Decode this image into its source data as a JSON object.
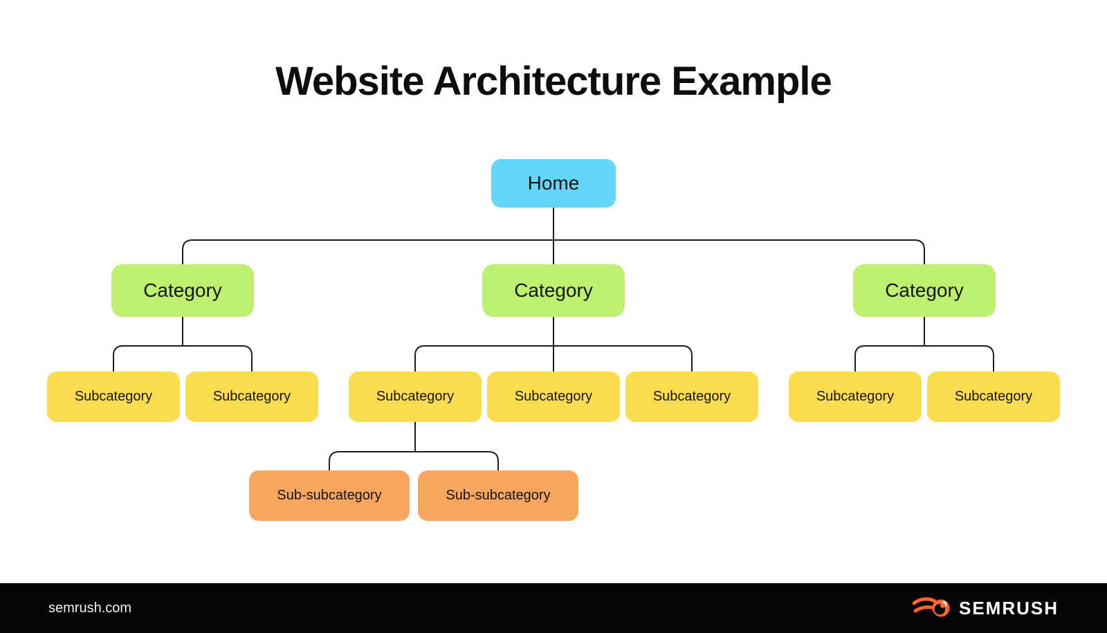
{
  "title": "Website Architecture Example",
  "colors": {
    "background": "#ffffff",
    "home_fill": "#63d6f8",
    "category_fill": "#bdf06e",
    "subcategory_fill": "#fbdc4e",
    "sub_subcategory_fill": "#f8a55f",
    "connector": "#1c1c1c",
    "text": "#141414",
    "footer_bg": "#050505",
    "footer_text": "#f2f2f2",
    "logo_orange": "#ff642d"
  },
  "tree": {
    "home": {
      "label": "Home"
    },
    "categories": [
      {
        "label": "Category"
      },
      {
        "label": "Category"
      },
      {
        "label": "Category"
      }
    ],
    "subcategories": [
      {
        "label": "Subcategory"
      },
      {
        "label": "Subcategory"
      },
      {
        "label": "Subcategory"
      },
      {
        "label": "Subcategory"
      },
      {
        "label": "Subcategory"
      },
      {
        "label": "Subcategory"
      },
      {
        "label": "Subcategory"
      }
    ],
    "sub_subcategories": [
      {
        "label": "Sub-subcategory"
      },
      {
        "label": "Sub-subcategory"
      }
    ]
  },
  "footer": {
    "website": "semrush.com",
    "brand": "SEMRUSH",
    "logo_icon": "semrush-comet-icon"
  }
}
